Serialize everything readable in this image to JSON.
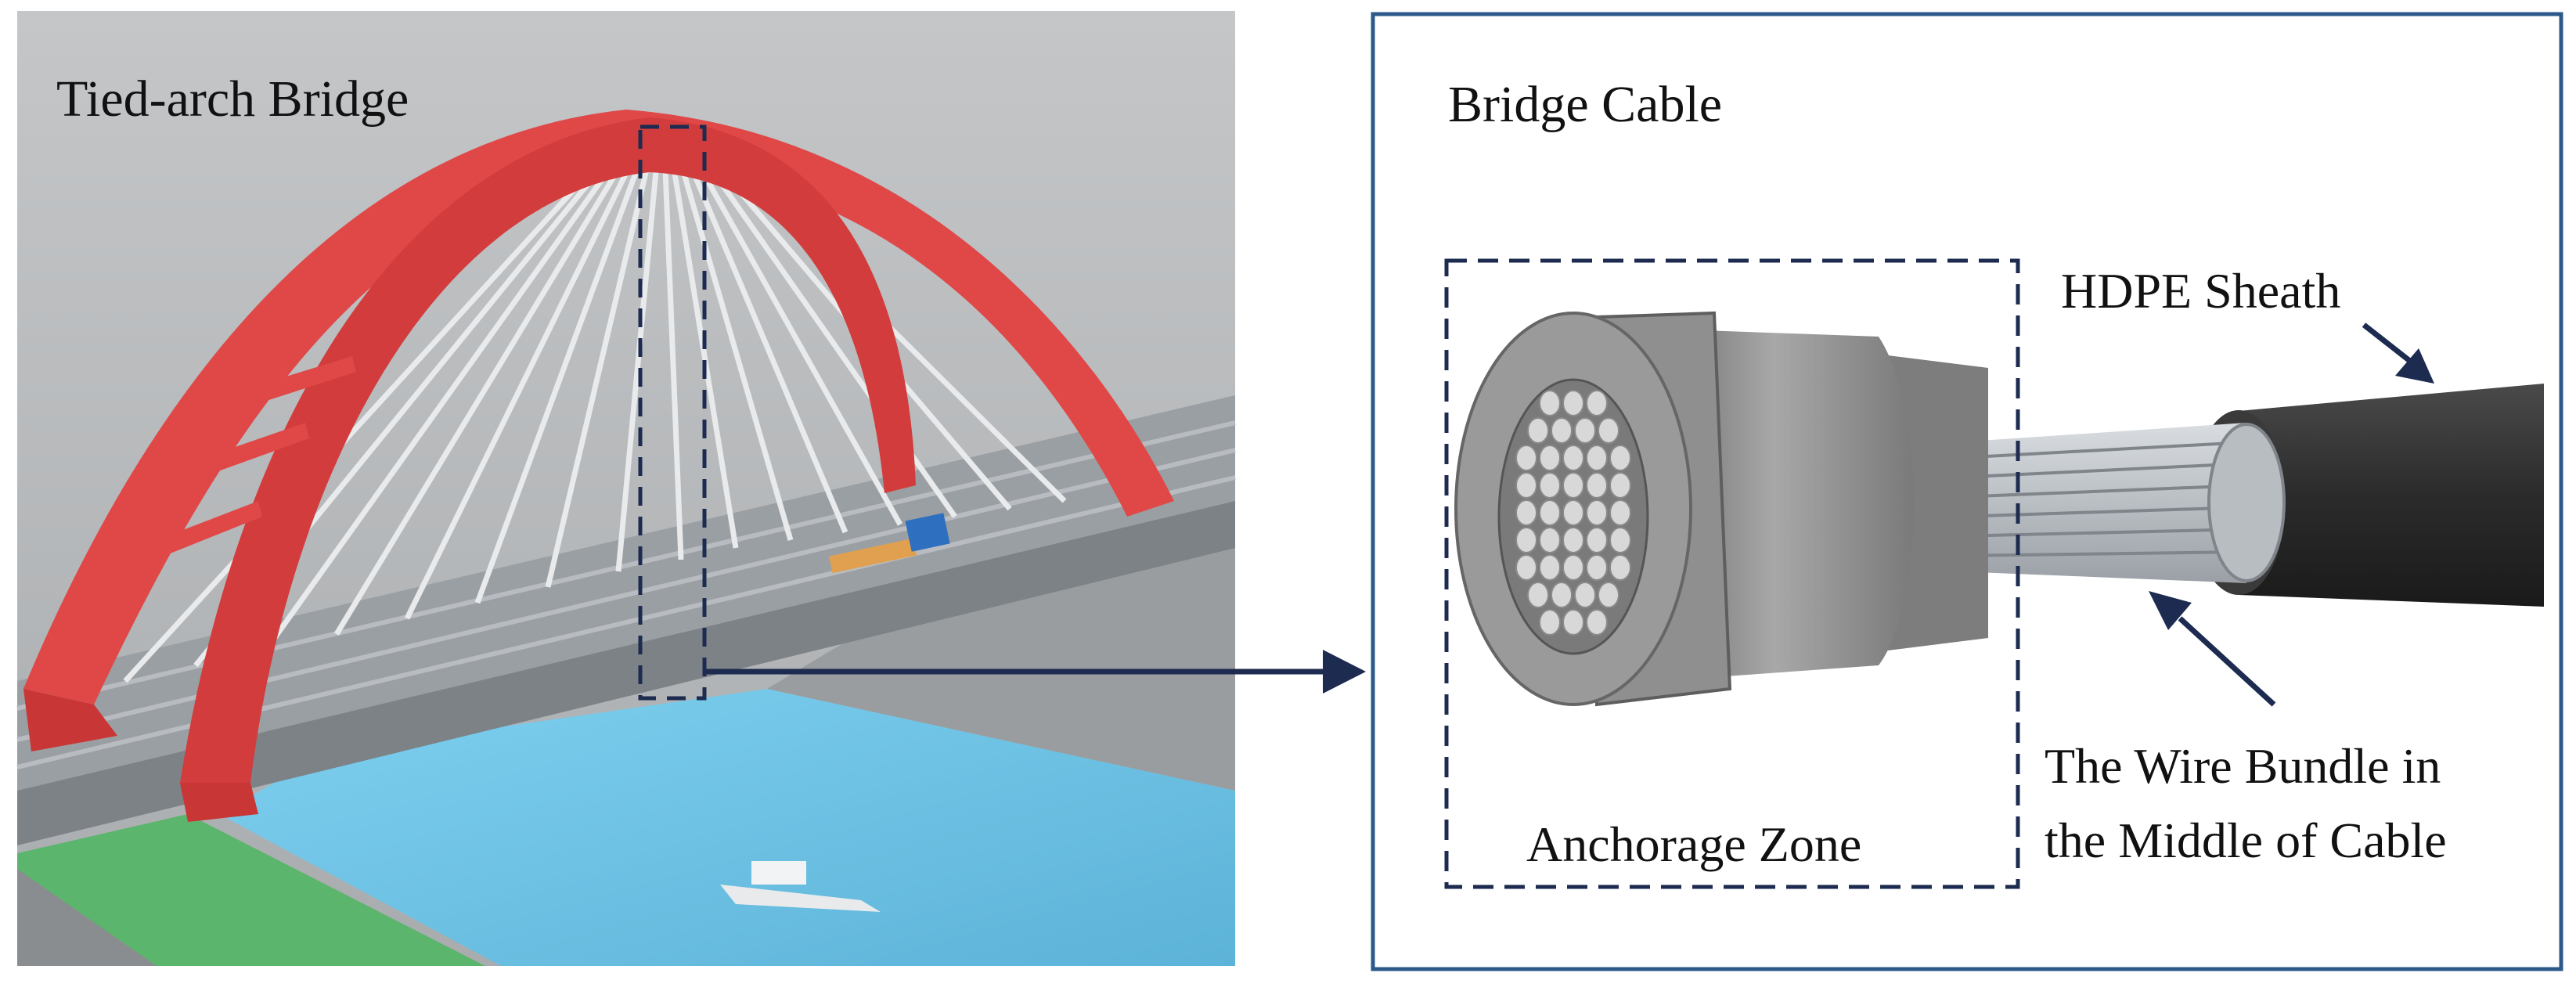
{
  "left_panel": {
    "title": "Tied-arch Bridge"
  },
  "right_panel": {
    "title": "Bridge Cable",
    "labels": {
      "sheath": "HDPE Sheath",
      "wire_bundle_line1": "The Wire Bundle in",
      "wire_bundle_line2": "the Middle of Cable",
      "anchorage": "Anchorage Zone"
    }
  },
  "colors": {
    "arch": "#e04848",
    "deck": "#8f9499",
    "water": "#6ec3e6",
    "embankment": "#5bb56d",
    "callout": "#1c2b4f",
    "sheath": "#2f2f2f",
    "anchor": "#8a8a8a",
    "background_sky": "#b7b9bb"
  }
}
